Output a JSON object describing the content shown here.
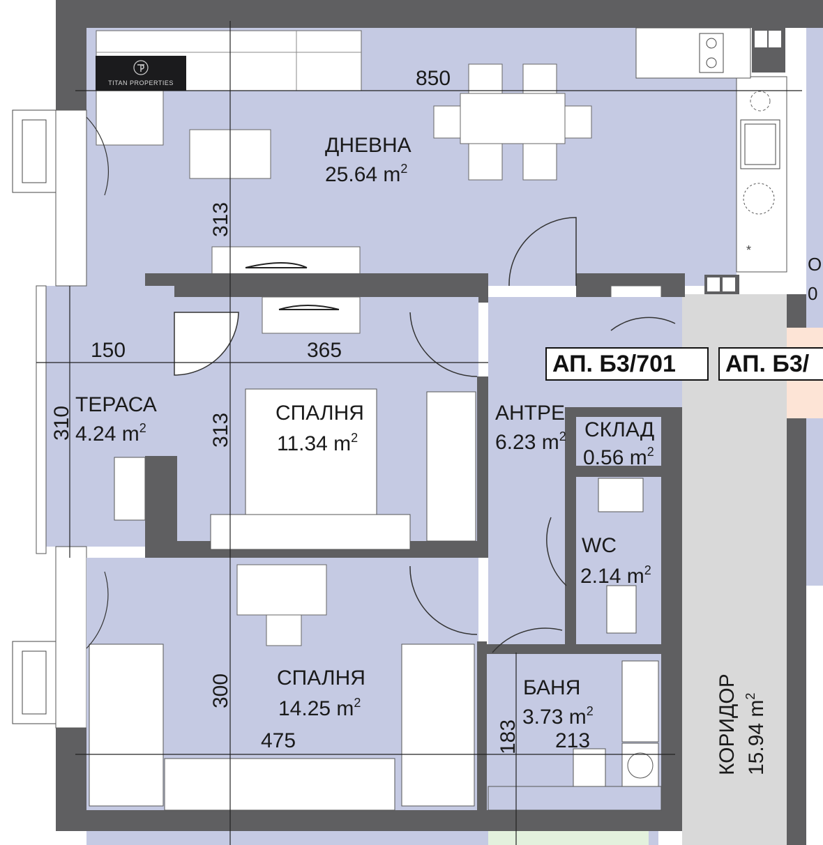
{
  "logo": {
    "text": "TITAN PROPERTIES",
    "mark": "TP"
  },
  "apartments": {
    "current": "АП. Б3/701",
    "next": "АП. Б3/"
  },
  "rooms": {
    "living": {
      "name": "ДНЕВНА",
      "area": "25.64 m",
      "sup": "2"
    },
    "terrace": {
      "name": "ТЕРАСА",
      "area": "4.24 m",
      "sup": "2"
    },
    "bedroom1": {
      "name": "СПАЛНЯ",
      "area": "11.34 m",
      "sup": "2"
    },
    "entrance": {
      "name": "АНТРЕ",
      "area": "6.23 m",
      "sup": "2"
    },
    "storage": {
      "name": "СКЛАД",
      "area": "0.56 m",
      "sup": "2"
    },
    "wc": {
      "name": "WC",
      "area": "2.14 m",
      "sup": "2"
    },
    "bedroom2": {
      "name": "СПАЛНЯ",
      "area": "14.25 m",
      "sup": "2"
    },
    "bathroom": {
      "name": "БАНЯ",
      "area": "3.73 m",
      "sup": "2"
    },
    "corridor": {
      "name": "КОРИДОР",
      "area": "15.94 m",
      "sup": "2"
    }
  },
  "dimensions": {
    "living_width": "850",
    "living_depth": "313",
    "terrace_width": "150",
    "terrace_depth": "310",
    "bedroom1_width": "365",
    "bedroom1_depth": "313",
    "bedroom2_width": "475",
    "bedroom2_depth": "300",
    "bathroom_width": "213",
    "bathroom_depth": "183"
  },
  "colors": {
    "room_fill": "#c5cae3",
    "wall": "#5f5f61",
    "corridor": "#d9d9d9",
    "neighbor_pink": "#fde4d6",
    "neighbor_green": "#e3f1dd"
  },
  "partial_labels": {
    "neighbor_top": "О",
    "neighbor_bottom": "0"
  }
}
